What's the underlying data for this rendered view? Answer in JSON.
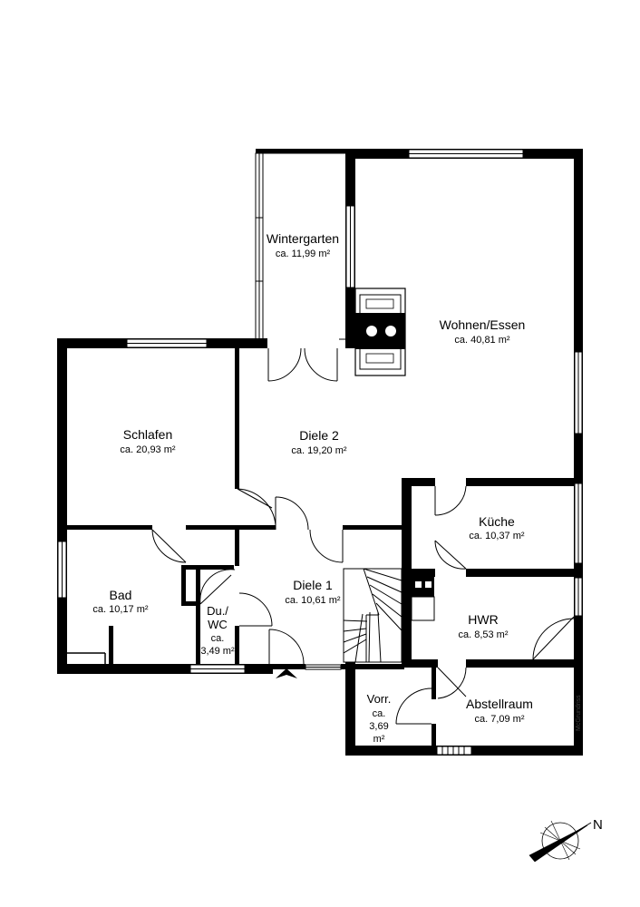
{
  "rooms": {
    "wintergarten": {
      "name": "Wintergarten",
      "area": "ca. 11,99 m²"
    },
    "wohnen": {
      "name": "Wohnen/Essen",
      "area": "ca. 40,81 m²"
    },
    "schlafen": {
      "name": "Schlafen",
      "area": "ca. 20,93 m²"
    },
    "diele2": {
      "name": "Diele 2",
      "area": "ca. 19,20 m²"
    },
    "kueche": {
      "name": "Küche",
      "area": "ca. 10,37 m²"
    },
    "diele1": {
      "name": "Diele 1",
      "area": "ca. 10,61 m²"
    },
    "bad": {
      "name": "Bad",
      "area": "ca. 10,17 m²"
    },
    "duwc": {
      "name1": "Du./",
      "name2": "WC",
      "area1": "ca.",
      "area2": "3,49 m²"
    },
    "hwr": {
      "name": "HWR",
      "area": "ca. 8,53 m²"
    },
    "vorr": {
      "name": "Vorr.",
      "area1": "ca.",
      "area2": "3,69",
      "area3": "m²"
    },
    "abstell": {
      "name": "Abstellraum",
      "area": "ca. 7,09 m²"
    }
  },
  "watermark": "McGrundriss",
  "north_label": "N"
}
